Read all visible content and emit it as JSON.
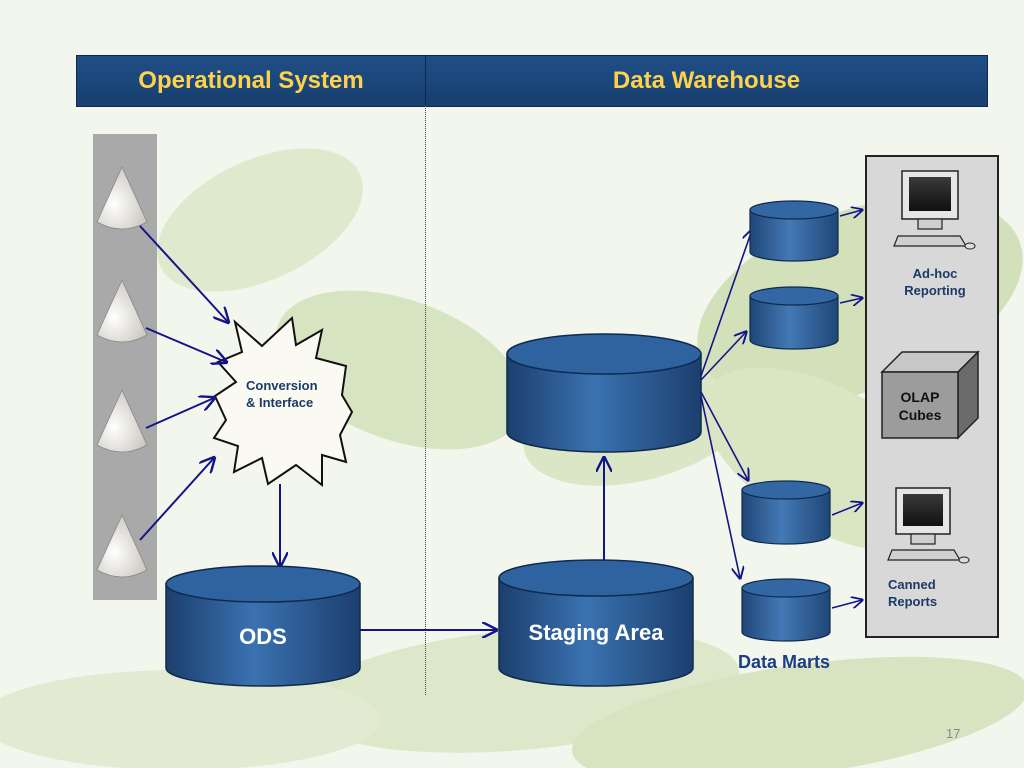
{
  "header": {
    "left_title": "Operational System",
    "right_title": "Data Warehouse"
  },
  "nodes": {
    "conversion": {
      "line1": "Conversion",
      "line2": "& Interface"
    },
    "ods": "ODS",
    "staging": "Staging Area",
    "data_marts": "Data Marts"
  },
  "tools": {
    "adhoc": {
      "line1": "Ad-hoc",
      "line2": "Reporting"
    },
    "olap": {
      "line1": "OLAP",
      "line2": "Cubes"
    },
    "canned": {
      "line1": "Canned",
      "line2": "Reports"
    }
  },
  "page_number": "17",
  "colors": {
    "header_bg": "#1f4e86",
    "header_text": "#ffd24d",
    "cylinder": "#2d5f9a",
    "arrow": "#14148a",
    "label_text": "#1b3a66"
  },
  "icons": {
    "source": "cone-icon",
    "computer": "computer-icon",
    "cube": "olap-cube-icon"
  }
}
